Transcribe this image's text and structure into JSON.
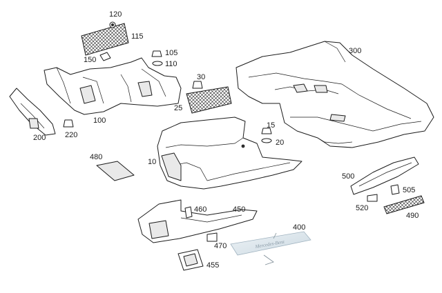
{
  "callouts": {
    "c10": "10",
    "c15": "15",
    "c20": "20",
    "c25": "25",
    "c30": "30",
    "c100": "100",
    "c105": "105",
    "c110": "110",
    "c115": "115",
    "c120": "120",
    "c150": "150",
    "c200": "200",
    "c220": "220",
    "c300": "300",
    "c400": "400",
    "c450": "450",
    "c455": "455",
    "c460": "460",
    "c470": "470",
    "c480": "480",
    "c490": "490",
    "c500": "500",
    "c505": "505",
    "c520": "520"
  },
  "sill_plate_text": "Mercedes-Benz",
  "colors": {
    "line": "#1a1a1a",
    "sill_plate": "#dfe8ee"
  }
}
